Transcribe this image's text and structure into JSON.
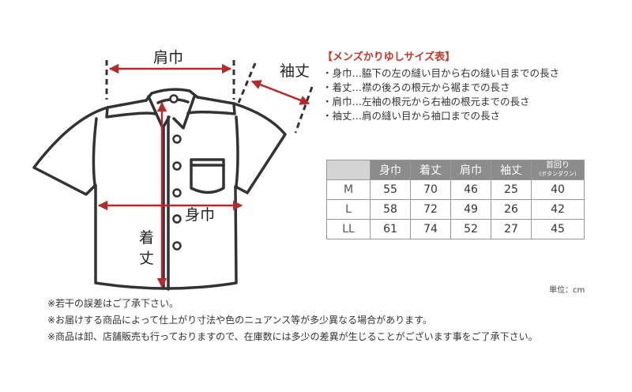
{
  "diagram": {
    "shoulder_label": "肩巾",
    "sleeve_label": "袖丈",
    "body_width_label": "身巾",
    "length_label_line1": "着",
    "length_label_line2": "丈",
    "arrow_color": "#b52a2a",
    "outline_color": "#333333"
  },
  "legend": {
    "title": "【メンズかりゆしサイズ表】",
    "items": [
      "・身巾…脇下の左の縫い目から右の縫い目までの長さ",
      "・着丈…襟の後ろの根元から裾までの長さ",
      "・肩巾…左袖の根元から右袖の根元までの長さ",
      "・袖丈…肩の縫い目から袖口までの長さ"
    ],
    "title_color": "#c0392b"
  },
  "table": {
    "headers": [
      "身巾",
      "着丈",
      "肩巾",
      "袖丈"
    ],
    "last_header_main": "首回り",
    "last_header_sub": "(ボタンダウン)",
    "rows": [
      {
        "size": "M",
        "values": [
          "55",
          "70",
          "46",
          "25",
          "40"
        ]
      },
      {
        "size": "L",
        "values": [
          "58",
          "72",
          "49",
          "26",
          "42"
        ]
      },
      {
        "size": "LL",
        "values": [
          "61",
          "74",
          "52",
          "27",
          "45"
        ]
      }
    ],
    "header_bg": "#8c8c8c"
  },
  "unit": "単位：cm",
  "notes": [
    "※若干の誤差はご了承下さい。",
    "※お届けする商品によって仕上がり寸法や色のニュアンス等が多少異なる場合があります。",
    "※商品は卸、店舗販売も行っておりますので、在庫数には多少の差異が生じることがございます事をご了承下さい。"
  ]
}
